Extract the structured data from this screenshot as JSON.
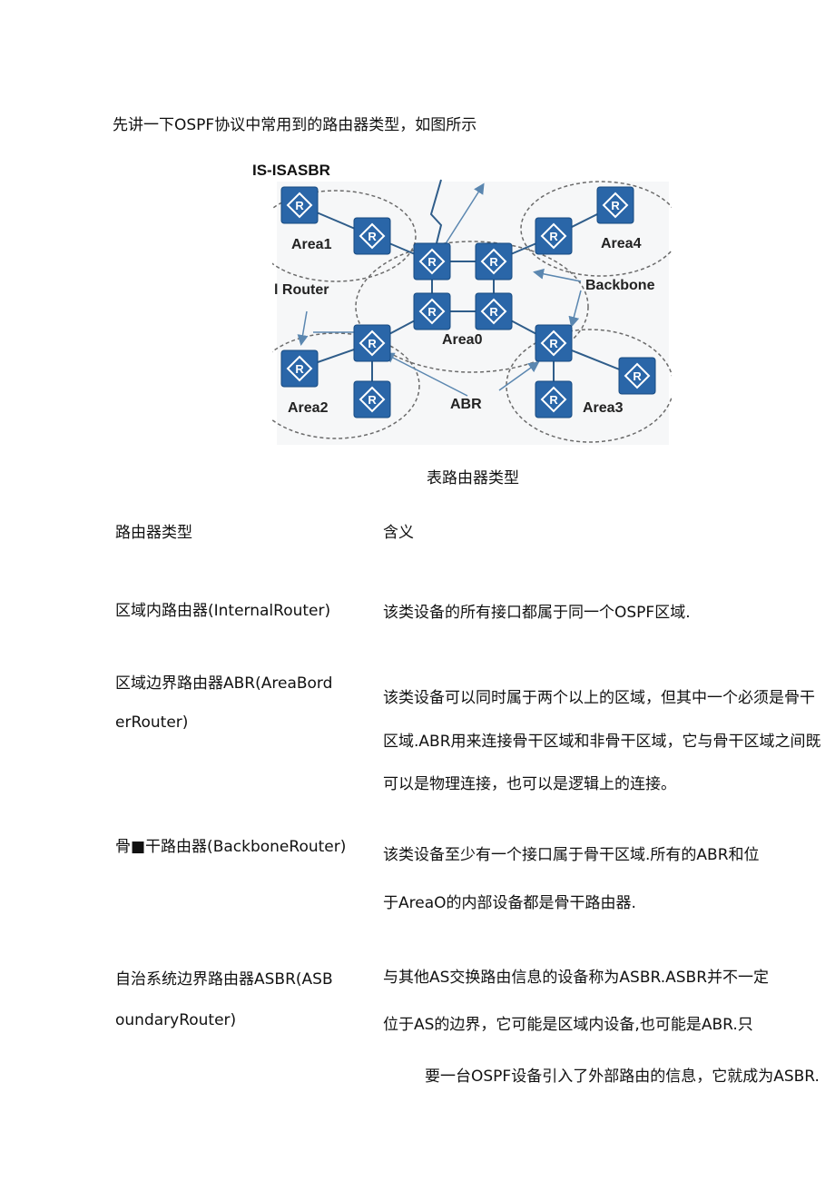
{
  "intro": "先讲一下OSPF协议中常用到的路由器类型，如图所示",
  "figure": {
    "top_label": "IS-ISASBR",
    "area_labels": [
      "Area1",
      "Area4",
      "Area0",
      "Area2",
      "Area3"
    ],
    "callouts": [
      "l Router",
      "Backbone",
      "ABR"
    ],
    "router_glyph": "R",
    "colors": {
      "router_fill": "#2a66a8",
      "router_border": "#174a80",
      "area_border": "#6b6b6b",
      "link": "#2f5d8a",
      "arrow": "#5b87b0"
    }
  },
  "caption": "表路由器类型",
  "table": {
    "headers": [
      "路由器类型",
      "含义"
    ],
    "rows": [
      {
        "type_lines": [
          "区域内路由器(InternalRouter)"
        ],
        "meaning_lines": [
          "该类设备的所有接口都属于同一个OSPF区域."
        ]
      },
      {
        "type_lines": [
          "区域边界路由器ABR(AreaBord",
          "erRouter)"
        ],
        "meaning_lines": [
          "该类设备可以同时属于两个以上的区域，但其中一个必须是骨干",
          "区域.ABR用来连接骨干区域和非骨干区域，它与骨干区域之间既",
          "可以是物理连接，也可以是逻辑上的连接。"
        ]
      },
      {
        "type_lines": [
          "骨■干路由器(BackboneRouter)"
        ],
        "meaning_lines": [
          "该类设备至少有一个接口属于骨干区域.所有的ABR和位",
          "于AreaO的内部设备都是骨干路由器."
        ]
      },
      {
        "type_lines": [
          "自治系统边界路由器ASBR(ASB",
          "oundaryRouter)"
        ],
        "meaning_lines": [
          "与其他AS交换路由信息的设备称为ASBR.ASBR并不一定",
          "位于AS的边界，它可能是区域内设备,也可能是ABR.只",
          "要一台OSPF设备引入了外部路由的信息，它就成为ASBR."
        ]
      }
    ]
  }
}
